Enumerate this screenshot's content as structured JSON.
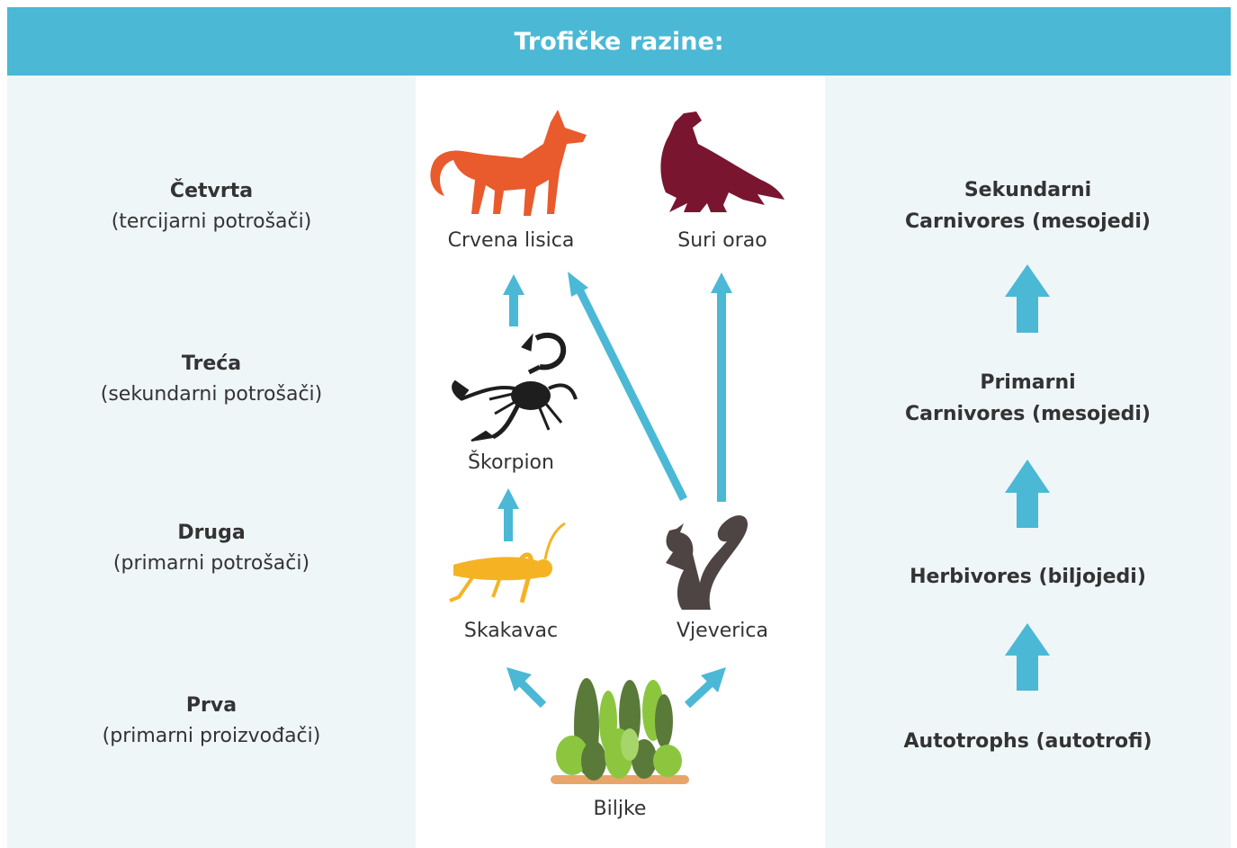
{
  "header": {
    "title": "Trofičke razine:"
  },
  "levels": [
    {
      "name": "Četvrta",
      "desc": "(tercijarni potrošači)"
    },
    {
      "name": "Treća",
      "desc": "(sekundarni potrošači)"
    },
    {
      "name": "Druga",
      "desc": "(primarni potrošači)"
    },
    {
      "name": "Prva",
      "desc": "(primarni proizvođači)"
    }
  ],
  "organisms": {
    "fox": "Crvena lisica",
    "eagle": "Suri orao",
    "scorpion": "Škorpion",
    "grasshopper": "Skakavac",
    "squirrel": "Vjeverica",
    "plants": "Biljke"
  },
  "roles": {
    "secondary_carnivores": {
      "line1": "Sekundarni",
      "line2": "Carnivores (mesojedi)"
    },
    "primary_carnivores": {
      "line1": "Primarni",
      "line2": "Carnivores (mesojedi)"
    },
    "herbivores": "Herbivores (biljojedi)",
    "autotrophs": "Autotrophs (autotrofi)"
  },
  "colors": {
    "header": "#4bb8d6",
    "arrow": "#4bb8d6",
    "side_panel": "#eff6f8",
    "fox": "#e95a2c",
    "eagle": "#7a1530",
    "scorpion": "#1e1e1e",
    "grasshopper": "#f5b323",
    "squirrel": "#4e4443"
  },
  "icons": [
    "fox-icon",
    "eagle-icon",
    "scorpion-icon",
    "grasshopper-icon",
    "squirrel-icon",
    "plants-icon"
  ]
}
